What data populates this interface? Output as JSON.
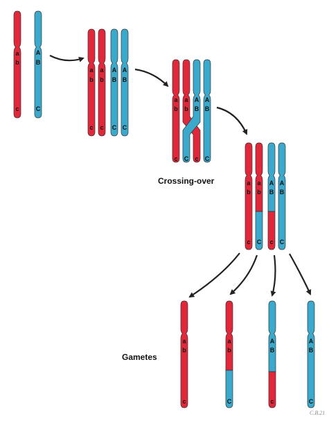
{
  "labels": {
    "crossing_over": "Crossing-over",
    "gametes": "Gametes",
    "signature": "C.B.21"
  },
  "alleles": {
    "a_lower": "a",
    "b_lower": "b",
    "c_lower": "c",
    "A_upper": "A",
    "B_upper": "B",
    "C_upper": "C"
  },
  "colors": {
    "red": "#e0283a",
    "blue": "#3aa9cc",
    "arrow": "#222222"
  },
  "icons": {
    "arrow": "curved-arrow-icon"
  }
}
